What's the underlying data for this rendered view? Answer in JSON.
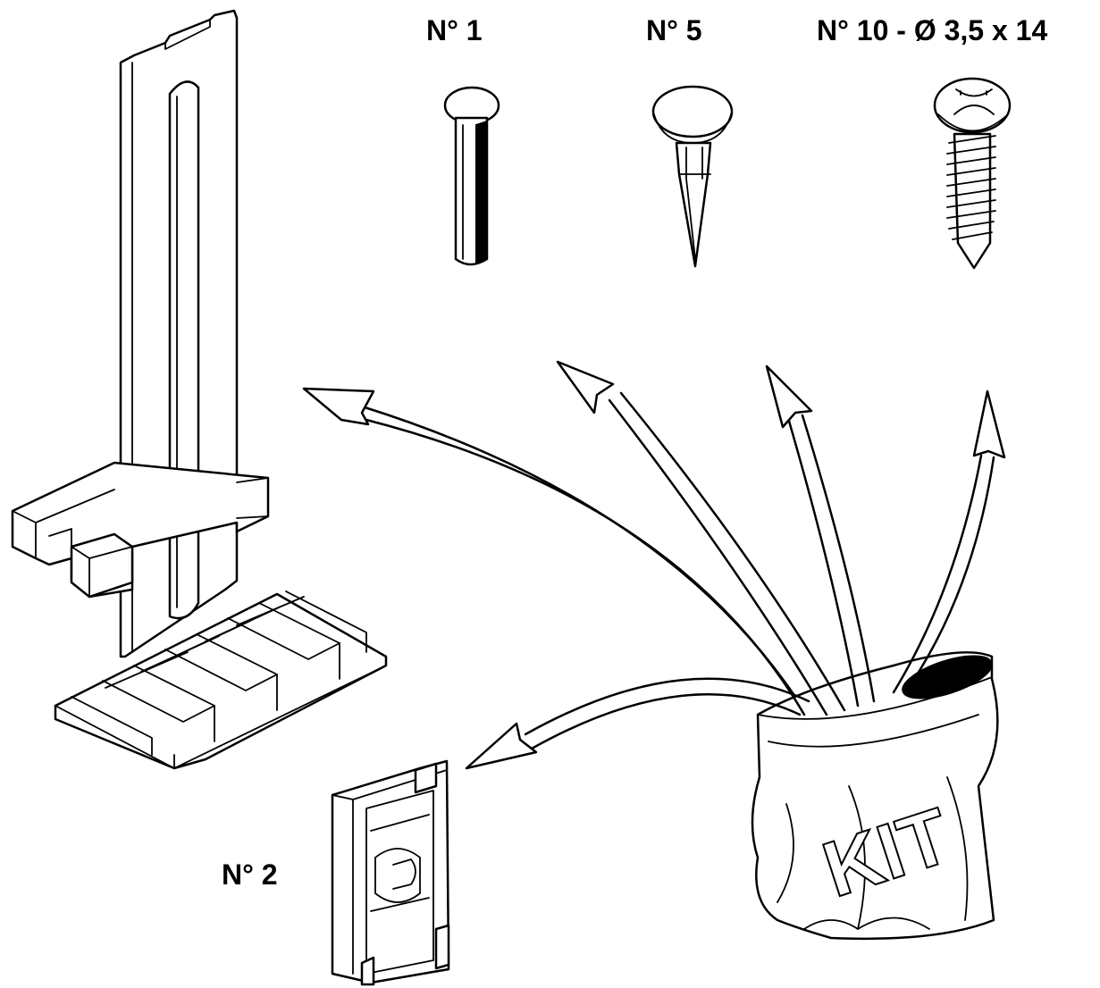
{
  "labels": {
    "part_1": "N° 1",
    "part_5": "N° 5",
    "part_10": "N° 10 - Ø 3,5 x 14",
    "part_2": "N° 2",
    "bag_text": "KIT"
  },
  "colors": {
    "line": "#000000",
    "background": "#ffffff"
  }
}
